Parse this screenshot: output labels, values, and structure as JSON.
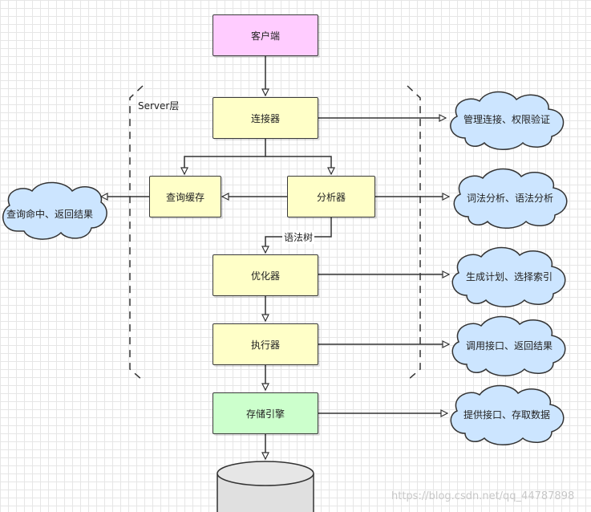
{
  "nodes": {
    "client": "客户端",
    "connector": "连接器",
    "query_cache": "查询缓存",
    "analyzer": "分析器",
    "optimizer": "优化器",
    "executor": "执行器",
    "storage_engine": "存储引擎"
  },
  "labels": {
    "server_layer": "Server层",
    "syntax_tree": "语法树"
  },
  "clouds": {
    "connector_note": "管理连接、权限验证",
    "cache_note": "查询命中、返回结果",
    "analyzer_note": "词法分析、语法分析",
    "optimizer_note": "生成计划、选择索引",
    "executor_note": "调用接口、返回结果",
    "storage_note": "提供接口、存取数据"
  },
  "watermark": "https://blog.csdn.net/qq_44787898",
  "colors": {
    "process_fill": "#ffffc8",
    "client_fill": "#ffccff",
    "storage_fill": "#ccffcc",
    "cloud_fill": "#cce5ff",
    "database_fill": "#e0e0e0"
  }
}
